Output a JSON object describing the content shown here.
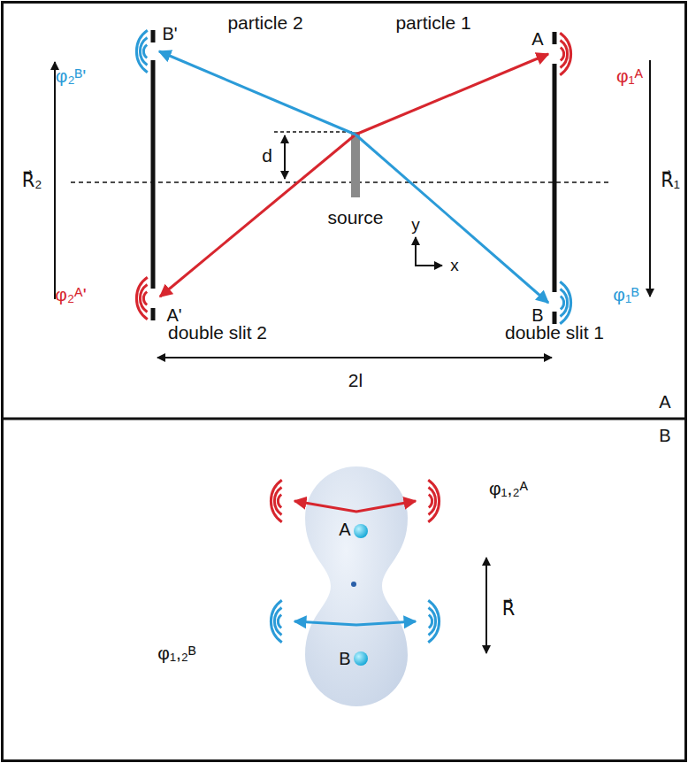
{
  "diagram": {
    "labels": [
      "particle 2",
      "particle 1",
      "B'",
      "A",
      "φ₂ᴮ'",
      "φ₁ᴬ",
      "d",
      "R⃗₂",
      "R⃗₁",
      "source",
      "y",
      "x",
      "φ₂ᴬ'",
      "A'",
      "B",
      "φ₁ᴮ",
      "double slit 2",
      "double slit 1",
      "2l",
      "A",
      "B",
      "φ₁,₂ᴬ",
      "A",
      "R⃗",
      "B",
      "φ₁,₂ᴮ"
    ]
  }
}
